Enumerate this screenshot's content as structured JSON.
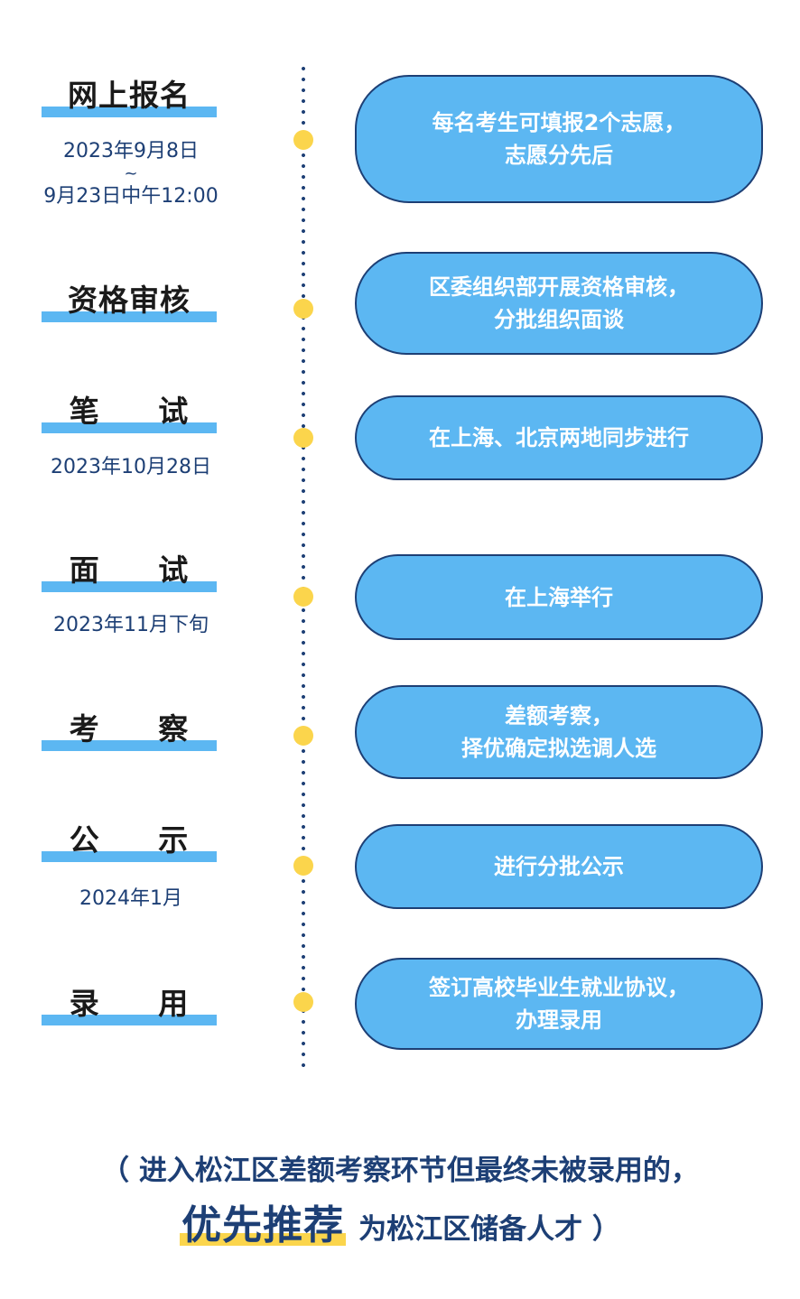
{
  "steps": [
    {
      "title": "网上报名",
      "date": "2023年9月8日",
      "tilde": "~",
      "date2": "9月23日中午12:00",
      "desc1": "每名考生可填报2个志愿，",
      "desc2": "志愿分先后"
    },
    {
      "title": "资格审核",
      "date": "",
      "desc1": "区委组织部开展资格审核，",
      "desc2": "分批组织面谈"
    },
    {
      "title": "笔 试",
      "date": "2023年10月28日",
      "desc1": "在上海、北京两地同步进行",
      "desc2": ""
    },
    {
      "title": "面 试",
      "date": "2023年11月下旬",
      "desc1": "在上海举行",
      "desc2": ""
    },
    {
      "title": "考 察",
      "date": "",
      "desc1": "差额考察，",
      "desc2": "择优确定拟选调人选"
    },
    {
      "title": "公 示",
      "date": "2024年1月",
      "desc1": "进行分批公示",
      "desc2": ""
    },
    {
      "title": "录 用",
      "date": "",
      "desc1": "签订高校毕业生就业协议，",
      "desc2": "办理录用"
    }
  ],
  "note": {
    "line1": "（ 进入松江区差额考察环节但最终未被录用的，",
    "highlight": "优先推荐",
    "line2_rest": "为松江区储备人才 ）"
  },
  "colors": {
    "accent_blue": "#5cb7f2",
    "accent_yellow": "#fbd54c",
    "navy": "#1d3f75"
  }
}
